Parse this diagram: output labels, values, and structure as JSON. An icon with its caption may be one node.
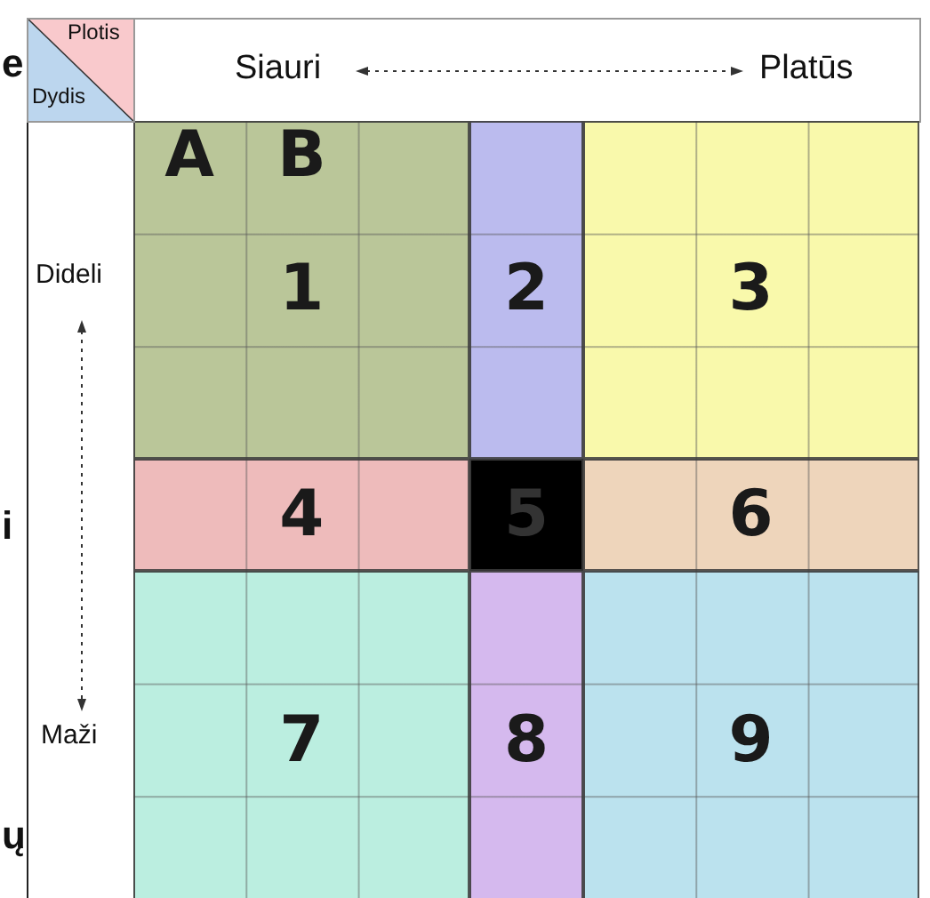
{
  "diagram": {
    "nodes": [
      {
        "text": [
          "1"
        ]
      },
      {
        "text": [
          "2"
        ]
      },
      {
        "text": [
          "3"
        ]
      },
      {
        "text": [
          "4"
        ]
      },
      {
        "text": [
          "5"
        ]
      },
      {
        "text": [
          "6"
        ]
      },
      {
        "text": [
          "7"
        ]
      },
      {
        "text": [
          "8"
        ]
      },
      {
        "text": [
          "9"
        ]
      }
    ],
    "edges": [],
    "labels": [
      "e",
      "Plotis",
      "Dydis",
      "Siauri",
      "Platūs",
      "A",
      "B",
      "Dideli",
      "i",
      "Maži",
      "ų"
    ]
  }
}
